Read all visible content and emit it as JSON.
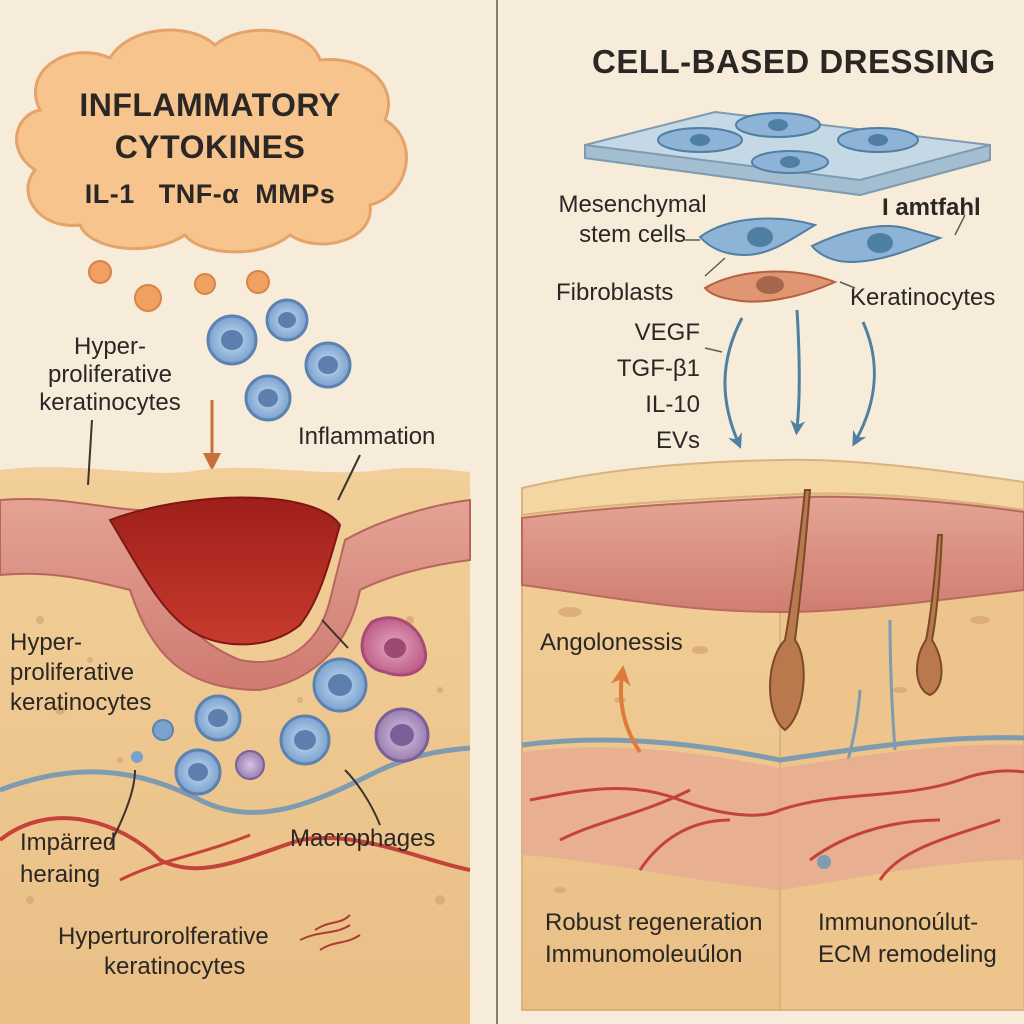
{
  "left": {
    "cloud_title_line1": "INFLAMMATORY",
    "cloud_title_line2": "CYTOKINES",
    "cloud_subtitle": "IL-1   TNF-α  MMPs",
    "label_hyperproliferative_top_1": "Hyper-",
    "label_hyperproliferative_top_2": "proliferative",
    "label_hyperproliferative_top_3": "keratinocytes",
    "label_inflammation": "Inflammation",
    "label_hyperproliferative_mid_1": "Hyper-",
    "label_hyperproliferative_mid_2": "proliferative",
    "label_hyperproliferative_mid_3": "keratinocytes",
    "label_impaired_1": "Impärred",
    "label_impaired_2": "heraing",
    "label_macrophages": "Macrophages",
    "label_bottom_1": "Hyperturorolferative",
    "label_bottom_2": "keratinocytes"
  },
  "right": {
    "title": "CELL-BASED DRESSING",
    "label_msc_1": "Mesenchymal",
    "label_msc_2": "stem cells",
    "label_amtfahl": "I amtfahl",
    "label_fibroblasts": "Fibroblasts",
    "label_keratinocytes": "Keratinocytes",
    "factors": [
      "VEGF",
      "TGF-β1",
      "IL-10",
      "EVs"
    ],
    "label_angiogenesis": "Angolonessis",
    "label_bottom_left_1": "Robust regeneration",
    "label_bottom_left_2": "Immunomoleuúlon",
    "label_bottom_right_1": "Immunonoúlut-",
    "label_bottom_right_2": "ECM remodeling"
  },
  "colors": {
    "background": "#f7ecd9",
    "cloud_fill": "#f6c48c",
    "wound_red": "#b3261e",
    "skin_pink": "#d9887e",
    "tissue_tan": "#efc98f",
    "membrane_blue": "#7f9bb0",
    "vessel_red": "#c4423a",
    "arrow_blue": "#4f7fa3",
    "arrow_orange": "#e07a3a",
    "cell_blue": "#8fb4d8",
    "cell_purple": "#9a7fb0",
    "text": "#2b2725"
  }
}
